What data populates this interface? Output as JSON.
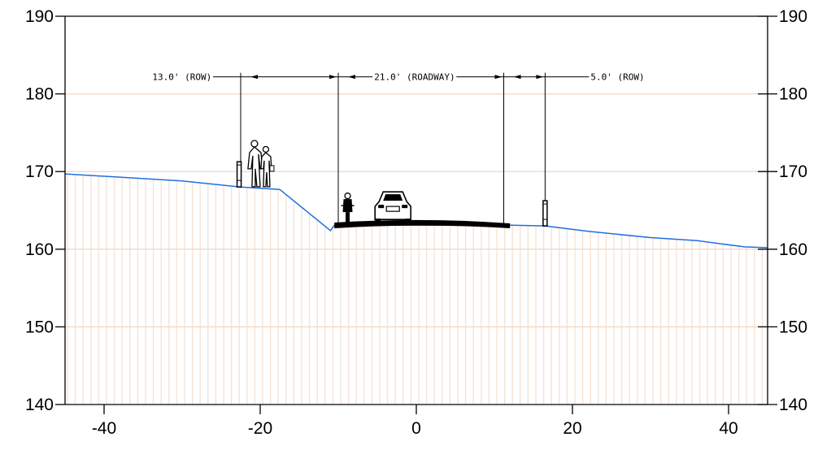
{
  "chart_data": {
    "type": "line",
    "title": "",
    "xlabel": "",
    "ylabel": "",
    "xlim": [
      -45,
      45
    ],
    "ylim": [
      140,
      190
    ],
    "x_ticks": [
      -40,
      -20,
      0,
      20,
      40
    ],
    "x_tick_labels": [
      "-40",
      "-20",
      "0",
      "20",
      "40"
    ],
    "y_ticks": [
      140,
      150,
      160,
      170,
      180,
      190
    ],
    "y_tick_labels": [
      "140",
      "150",
      "160",
      "170",
      "180",
      "190"
    ],
    "grid": "horizontal lines at y ticks, vertical hatch below ground",
    "series": [
      {
        "color": "#1f6fe0",
        "points": [
          [
            -45,
            169.7
          ],
          [
            -30,
            168.8
          ],
          [
            -22.5,
            168.0
          ],
          [
            -17.5,
            167.7
          ],
          [
            -11,
            162.4
          ],
          [
            -10.5,
            163.1
          ],
          [
            12,
            163.1
          ],
          [
            16.5,
            163.0
          ],
          [
            22,
            162.3
          ],
          [
            30,
            161.5
          ],
          [
            36,
            161.1
          ],
          [
            42,
            160.3
          ],
          [
            45,
            160.2
          ]
        ]
      }
    ],
    "pavement": {
      "x_start": -10.5,
      "x_end": 12,
      "elev_edges": 162.8,
      "elev_crown": 163.3,
      "color": "#000000"
    },
    "dimensions": [
      {
        "label": "13.0' (ROW)",
        "x_from": -22.5,
        "x_to": -10.0,
        "elev": 182.2
      },
      {
        "label": "21.0' (ROADWAY)",
        "x_from": -10.0,
        "x_to": 11.2,
        "elev": 182.2
      },
      {
        "label": "5.0' (ROW)",
        "x_from": 11.2,
        "x_to": 16.5,
        "elev": 182.2
      }
    ],
    "dimension_witness_lines": [
      {
        "x": -22.5,
        "elev_bottom": 167.9
      },
      {
        "x": -10.0,
        "elev_bottom": 163.2
      },
      {
        "x": 11.2,
        "elev_bottom": 163.1
      },
      {
        "x": 16.5,
        "elev_bottom": 166.0
      }
    ],
    "annotations": [
      {
        "type": "pedestrians",
        "x": -19.8
      },
      {
        "type": "cyclist",
        "x": -8.8
      },
      {
        "type": "car",
        "x": -3.0
      },
      {
        "type": "post",
        "x": -22.7
      },
      {
        "type": "post",
        "x": 16.5
      }
    ],
    "colors": {
      "ground_line": "#1f6fe0",
      "hatch": "#f6e3d4",
      "grid": "#f2dccb",
      "axis": "#000000",
      "figures": "#000000"
    }
  }
}
